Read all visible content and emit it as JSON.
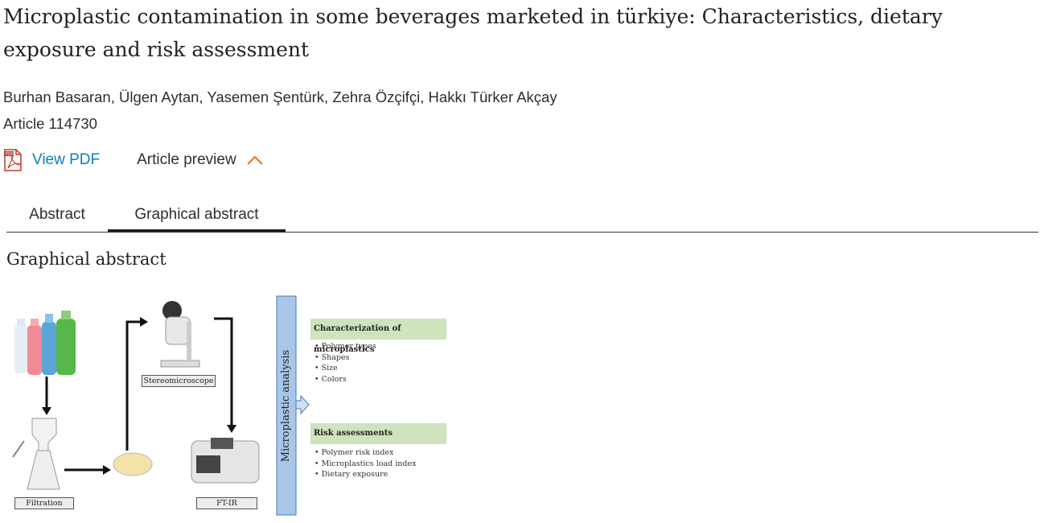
{
  "article": {
    "title": "Microplastic contamination in some beverages marketed in türkiye: Characteristics, dietary exposure and risk assessment",
    "authors": "Burhan Basaran, Ülgen Aytan, Yasemen Şentürk, Zehra Özçifçi, Hakkı Türker Akçay",
    "article_number": "Article 114730"
  },
  "actions": {
    "view_pdf": "View PDF",
    "article_preview": "Article preview"
  },
  "tabs": [
    {
      "label": "Abstract",
      "active": false
    },
    {
      "label": "Graphical abstract",
      "active": true
    }
  ],
  "section_heading": "Graphical abstract",
  "graphical_abstract": {
    "filtration_label": "Filtration",
    "stereomicroscope_label": "Stereomicroscope",
    "ftir_label": "FT-IR",
    "vertical_label": "Microplastic analysis",
    "characterization": {
      "title": "Characterization of microplastics",
      "items": [
        "• Polymer types",
        "• Shapes",
        "• Size",
        "• Colors"
      ]
    },
    "risk": {
      "title": "Risk assessments",
      "items": [
        "• Polymer risk index",
        "• Microplastics load index",
        "• Dietary exposure"
      ]
    }
  },
  "colors": {
    "link": "#0c7dbb",
    "chevron": "#e9711c",
    "green_box": "#cfe3bd",
    "blue_bar": "#a8c7e8"
  }
}
